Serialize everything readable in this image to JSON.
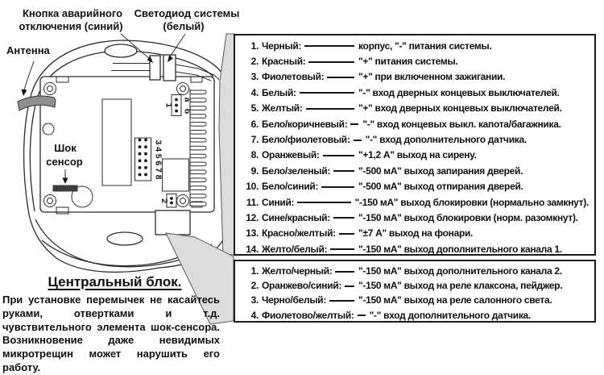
{
  "diagram": {
    "labels": {
      "button_line1": "Кнопка аварийного",
      "button_line2": "отключения (синий)",
      "led_line1": "Светодиод системы",
      "led_line2": "(белый)",
      "antenna": "Антенна",
      "shock_line1": "Шок",
      "shock_line2": "сенсор",
      "jumper1": "1",
      "jumper1_a": "а",
      "jumper1_b": "б",
      "jumper2": "2",
      "jumper_numbers": [
        "3",
        "4",
        "5",
        "6",
        "7",
        "8"
      ]
    },
    "title": "Центральный блок.",
    "warning_text": "При установке перемычек не касайтесь руками, отвертками и т.д. чувствительного элемента шок-сенсора. Возникновение даже невидимых микротрещин может нарушить его работу."
  },
  "wire_list_primary": {
    "items": [
      {
        "num": "1.",
        "color": "Черный:",
        "desc": "корпус, \"-\" питания системы."
      },
      {
        "num": "2.",
        "color": "Красный:",
        "desc": "\"+\" питания системы."
      },
      {
        "num": "3.",
        "color": "Фиолетовый:",
        "desc": "\"+\" при включенном зажигании."
      },
      {
        "num": "4.",
        "color": "Белый:",
        "desc": "\"-\" вход дверных концевых выключателей."
      },
      {
        "num": "5.",
        "color": "Желтый:",
        "desc": "\"+\" вход дверных концевых выключателей."
      },
      {
        "num": "6.",
        "color": "Бело/коричневый:",
        "desc": "\"-\" вход концевых выкл. капота/багажника."
      },
      {
        "num": "7.",
        "color": "Бело/фиолетовый:",
        "desc": "\"-\" вход дополнительного датчика."
      },
      {
        "num": "8.",
        "color": "Оранжевый:",
        "desc": "\"+1,2 А\" выход на сирену."
      },
      {
        "num": "9.",
        "color": "Бело/зеленый:",
        "desc": "\"-500 мА\" выход запирания дверей."
      },
      {
        "num": "10.",
        "color": "Бело/синий:",
        "desc": "\"-500 мА\" выход отпирания дверей."
      },
      {
        "num": "11.",
        "color": "Синий:",
        "desc": "\"-150 мА\" выход блокировки (нормально замкнут)."
      },
      {
        "num": "12.",
        "color": "Сине/красный:",
        "desc": "\"-150 мА\" выход блокировки (норм. разомкнут)."
      },
      {
        "num": "13.",
        "color": "Красно/желтый:",
        "desc": "\"±7 А\" выход на фонари."
      },
      {
        "num": "14.",
        "color": "Желто/белый:",
        "desc": "\"-150 мА\" выход дополнительного канала 1."
      }
    ]
  },
  "wire_list_secondary": {
    "items": [
      {
        "num": "1.",
        "color": "Желто/черный:",
        "desc": "\"-150 мА\" выход дополнительного канала 2."
      },
      {
        "num": "2.",
        "color": "Оранжево/синий:",
        "desc": "\"-150 мА\" выход на реле клаксона, пейджер."
      },
      {
        "num": "3.",
        "color": "Черно/белый:",
        "desc": "\"-150 мА\" выход на реле салонного света."
      },
      {
        "num": "4.",
        "color": "Фиолетово/желтый:",
        "desc": "\"-\" вход дополнительного датчика."
      }
    ]
  },
  "colors": {
    "ink": "#101010",
    "harness_gray": "#dcdcdc",
    "antenna_gray": "#8f8f8f",
    "shock_bar": "#3d3d3d"
  }
}
